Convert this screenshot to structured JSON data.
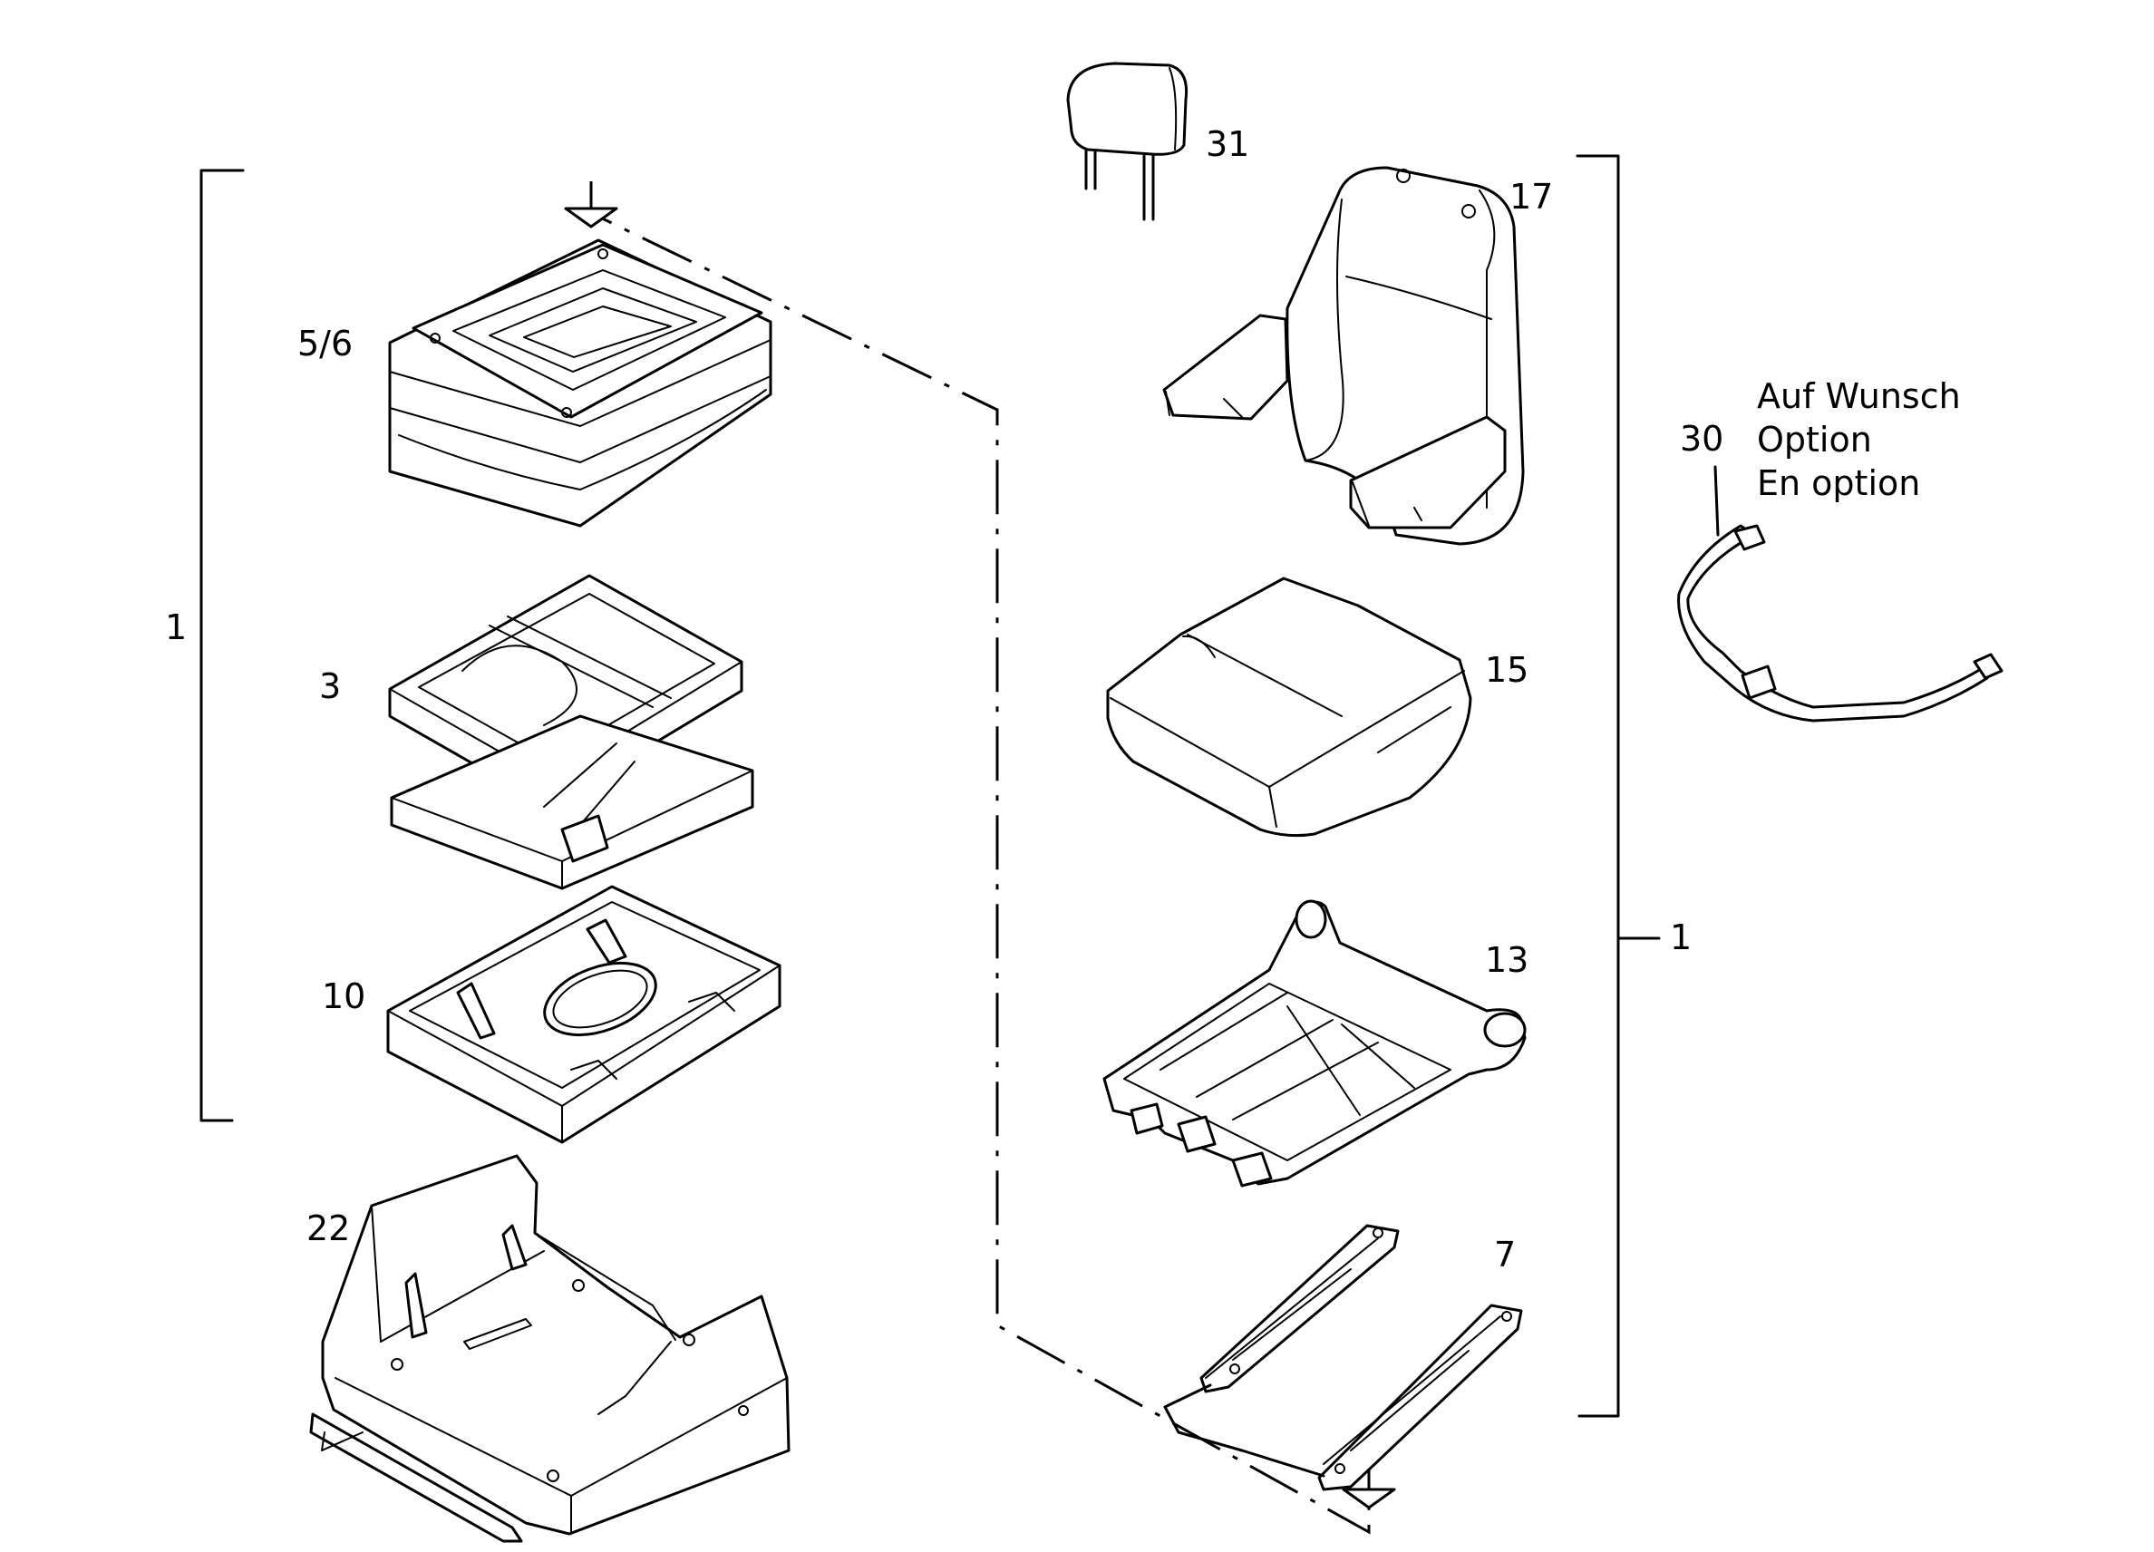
{
  "parts": {
    "p31": "31",
    "p17": "17",
    "p5_6": "5/6",
    "p1_left": "1",
    "p3": "3",
    "p15": "15",
    "p13": "13",
    "p1_right": "1",
    "p10": "10",
    "p22": "22",
    "p7": "7",
    "p30": "30"
  },
  "note": {
    "line1": "Auf Wunsch",
    "line2": "Option",
    "line3": "En option"
  }
}
